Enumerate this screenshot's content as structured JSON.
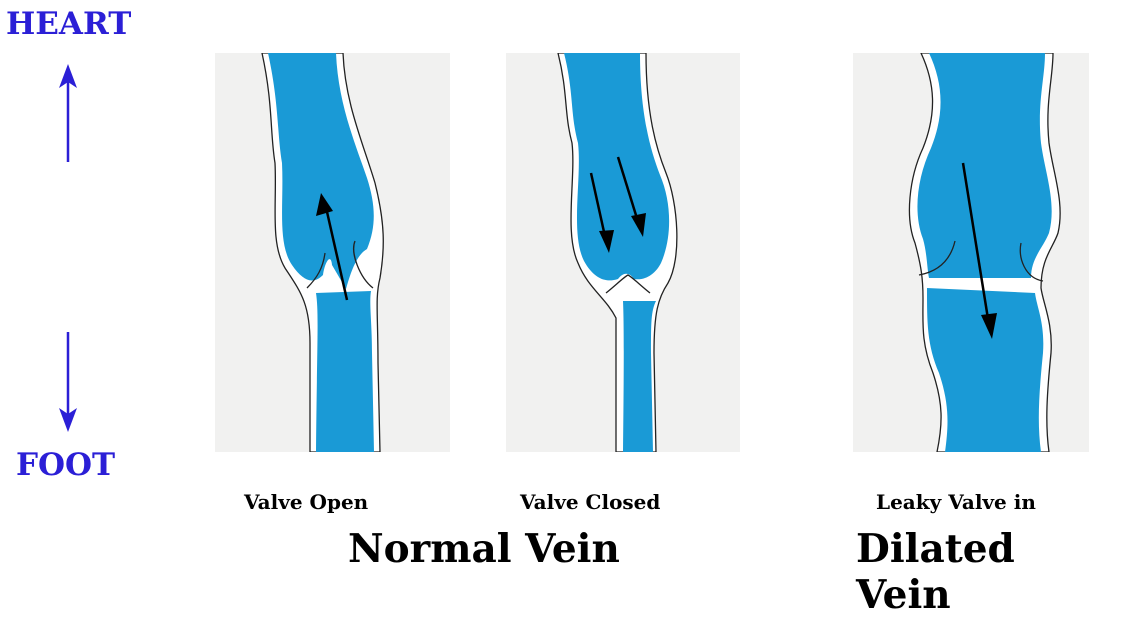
{
  "direction": {
    "top_label": "HEART",
    "bottom_label": "FOOT"
  },
  "panels": [
    {
      "caption": "Valve Open",
      "flow": "up"
    },
    {
      "caption": "Valve Closed",
      "flow": "down-split"
    },
    {
      "caption": "Leaky Valve in",
      "flow": "down"
    }
  ],
  "groups": {
    "normal": "Normal Vein",
    "dilated": "Dilated Vein"
  },
  "colors": {
    "blood": "#1a9ad6",
    "arrow_direction": "#2b1fd6",
    "background_paper": "#f1f1f0"
  }
}
